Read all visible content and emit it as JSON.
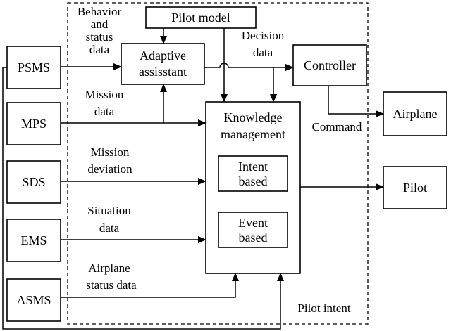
{
  "nodes": {
    "psms": "PSMS",
    "mps": "MPS",
    "sds": "SDS",
    "ems": "EMS",
    "asms": "ASMS",
    "pilot_model": "Pilot model",
    "adaptive_assistant": [
      "Adaptive",
      "assisstant"
    ],
    "controller": "Controller",
    "knowledge_management": [
      "Knowledge",
      "management"
    ],
    "intent_based": [
      "Intent",
      "based"
    ],
    "event_based": [
      "Event",
      "based"
    ],
    "airplane": "Airplane",
    "pilot": "Pilot"
  },
  "edge_labels": {
    "behavior_status": [
      "Behavior",
      "and",
      "status",
      "data"
    ],
    "decision_data": [
      "Decision",
      "data"
    ],
    "mission_data": [
      "Mission",
      "data"
    ],
    "mission_deviation": [
      "Mission",
      "deviation"
    ],
    "situation_data": [
      "Situation",
      "data"
    ],
    "airplane_status": [
      "Airplane",
      "status data"
    ],
    "command": "Command",
    "pilot_intent": "Pilot intent"
  }
}
